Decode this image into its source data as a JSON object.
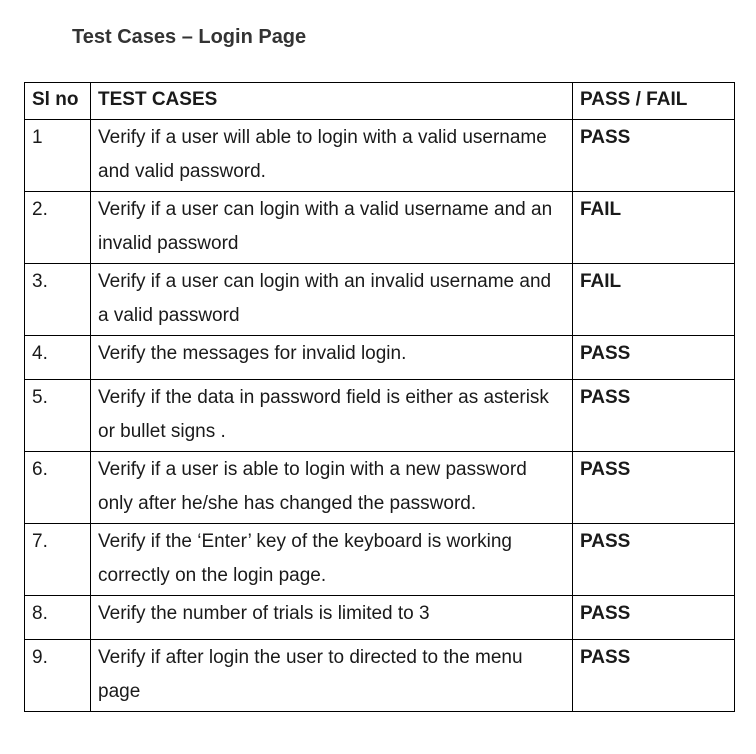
{
  "document": {
    "title": "Test Cases – Login Page"
  },
  "table": {
    "headers": {
      "sl_no": "Sl no",
      "test_cases": "TEST CASES",
      "result": "PASS / FAIL"
    },
    "rows": [
      {
        "sl_no": "1",
        "case": "Verify if a user will able to login with a valid username and valid password.",
        "result": "PASS"
      },
      {
        "sl_no": "2.",
        "case": "Verify if a user can login with a valid username and an invalid password",
        "result": "FAIL"
      },
      {
        "sl_no": "3.",
        "case": "Verify if a user can login with an invalid username and a valid password",
        "result": "FAIL"
      },
      {
        "sl_no": "4.",
        "case": "Verify the messages for invalid login.",
        "result": "PASS"
      },
      {
        "sl_no": "5.",
        "case": "Verify if the data in password field is either as asterisk or bullet signs .",
        "result": "PASS"
      },
      {
        "sl_no": "6.",
        "case": "Verify if a user is able to login with a new password only after he/she has changed the password.",
        "result": "PASS"
      },
      {
        "sl_no": "7.",
        "case": "Verify if the ‘Enter’ key of the keyboard is working correctly on the login page.",
        "result": "PASS"
      },
      {
        "sl_no": "8.",
        "case": "Verify the number of trials is limited to 3",
        "result": "PASS"
      },
      {
        "sl_no": "9.",
        "case": "Verify if after login the user to directed to the menu page",
        "result": "PASS"
      }
    ]
  }
}
